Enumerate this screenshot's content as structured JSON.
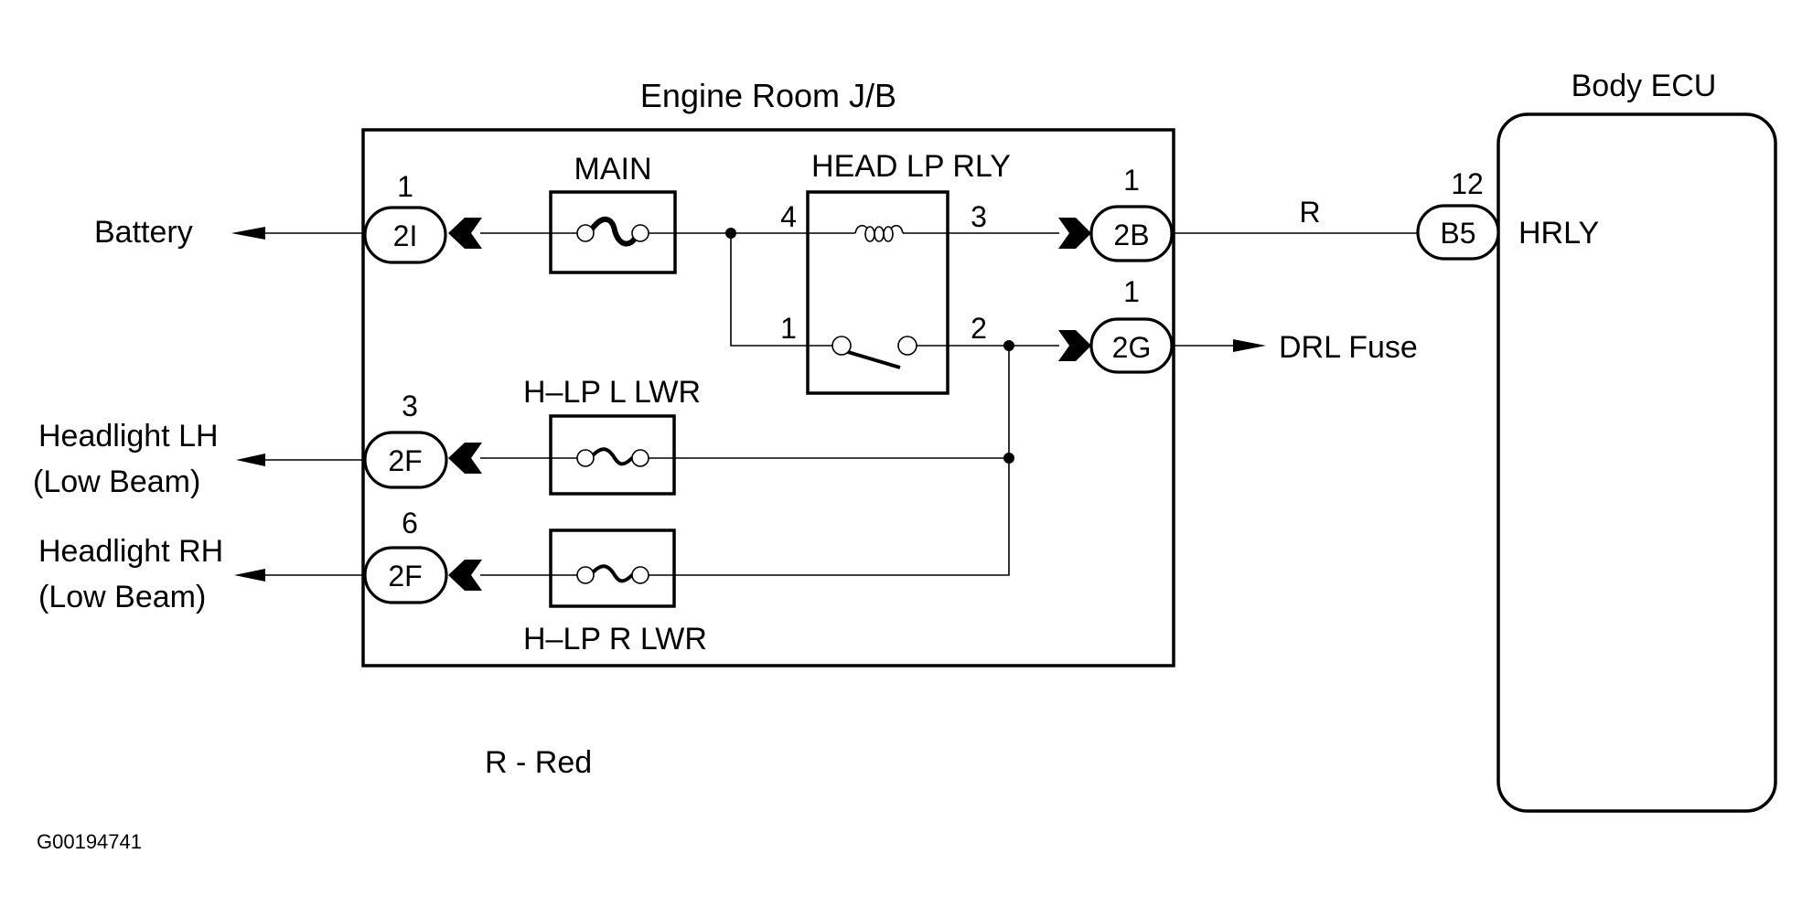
{
  "diagram": {
    "id_code": "G00194741",
    "legend": "R - Red",
    "engine_room_jb": {
      "title": "Engine Room J/B",
      "fuses": [
        {
          "name": "MAIN"
        },
        {
          "name": "H–LP L LWR"
        },
        {
          "name": "H–LP R LWR"
        }
      ],
      "relay": {
        "name": "HEAD LP RLY",
        "pins": [
          "4",
          "3",
          "1",
          "2"
        ]
      },
      "connectors": [
        {
          "code": "2I",
          "pin": "1"
        },
        {
          "code": "2F",
          "pin": "3"
        },
        {
          "code": "2F",
          "pin": "6"
        },
        {
          "code": "2B",
          "pin": "1"
        },
        {
          "code": "2G",
          "pin": "1"
        }
      ]
    },
    "body_ecu": {
      "title": "Body ECU",
      "connector": {
        "code": "B5",
        "pin": "12"
      },
      "terminal": "HRLY"
    },
    "wire_color_label": "R",
    "external": {
      "battery": "Battery",
      "headlight_lh": [
        "Headlight LH",
        "(Low Beam)"
      ],
      "headlight_rh": [
        "Headlight RH",
        "(Low Beam)"
      ],
      "drl_fuse": "DRL Fuse"
    }
  }
}
